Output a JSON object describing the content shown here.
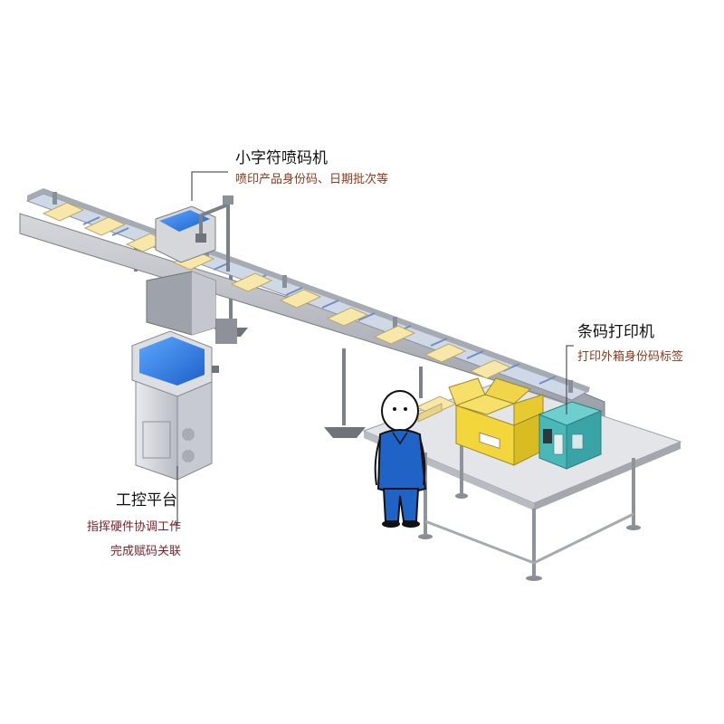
{
  "labels": {
    "coder": {
      "title": "小字符喷码机",
      "desc": "喷印产品身份码、日期批次等"
    },
    "printer": {
      "title": "条码打印机",
      "desc": "打印外箱身份码标签"
    },
    "control": {
      "title": "工控平台",
      "desc_line1": "指挥硬件协调工作",
      "desc_line2": "完成赋码关联"
    }
  },
  "colors": {
    "callout_title": "#111111",
    "callout_desc": "#8b3a1a",
    "control_desc": "#7a1f2a",
    "conveyor_steel": "#b9bcc2",
    "belt_roller": "#8aa4c8",
    "product_box": "#f7e7a8",
    "carton": "#f2d63c",
    "printer_body": "#4bb8b8",
    "screen_blue": "#2f7fe0",
    "worker_uniform": "#1f63c6"
  }
}
